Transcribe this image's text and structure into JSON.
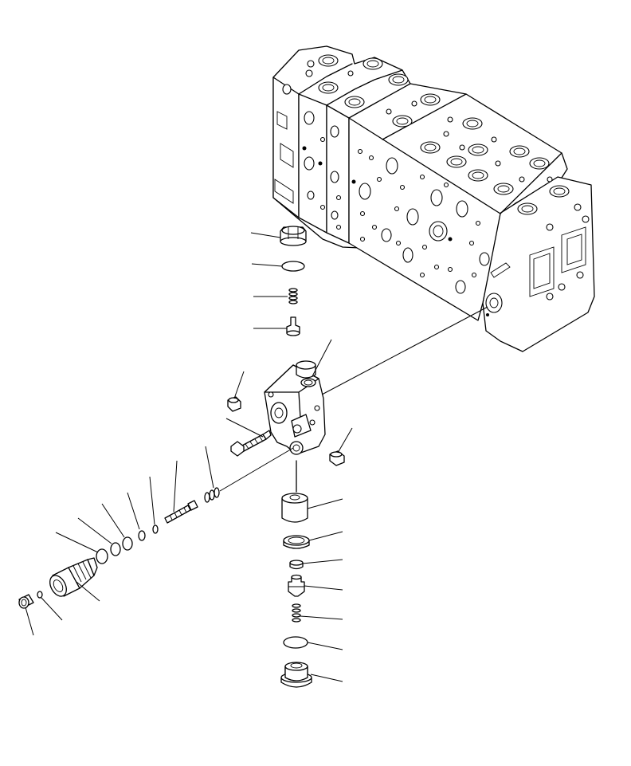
{
  "diagram": {
    "type": "exploded-parts-view",
    "callout_labels": [],
    "parts": [
      {
        "id": "valve-body-assembly"
      },
      {
        "id": "plug-top"
      },
      {
        "id": "o-ring-top"
      },
      {
        "id": "spring-top"
      },
      {
        "id": "poppet"
      },
      {
        "id": "valve-housing"
      },
      {
        "id": "bolt-left"
      },
      {
        "id": "bolt-long"
      },
      {
        "id": "bolt-right"
      },
      {
        "id": "spring-side"
      },
      {
        "id": "stud"
      },
      {
        "id": "small-ring-1"
      },
      {
        "id": "small-ring-2"
      },
      {
        "id": "o-ring-side-1"
      },
      {
        "id": "o-ring-side-2"
      },
      {
        "id": "o-ring-side-3"
      },
      {
        "id": "relief-cartridge"
      },
      {
        "id": "o-ring-cap"
      },
      {
        "id": "cap-plug"
      },
      {
        "id": "sleeve"
      },
      {
        "id": "seal-ring"
      },
      {
        "id": "small-nut"
      },
      {
        "id": "check-valve"
      },
      {
        "id": "spring-bottom"
      },
      {
        "id": "o-ring-bottom"
      },
      {
        "id": "plug-bottom"
      }
    ]
  }
}
